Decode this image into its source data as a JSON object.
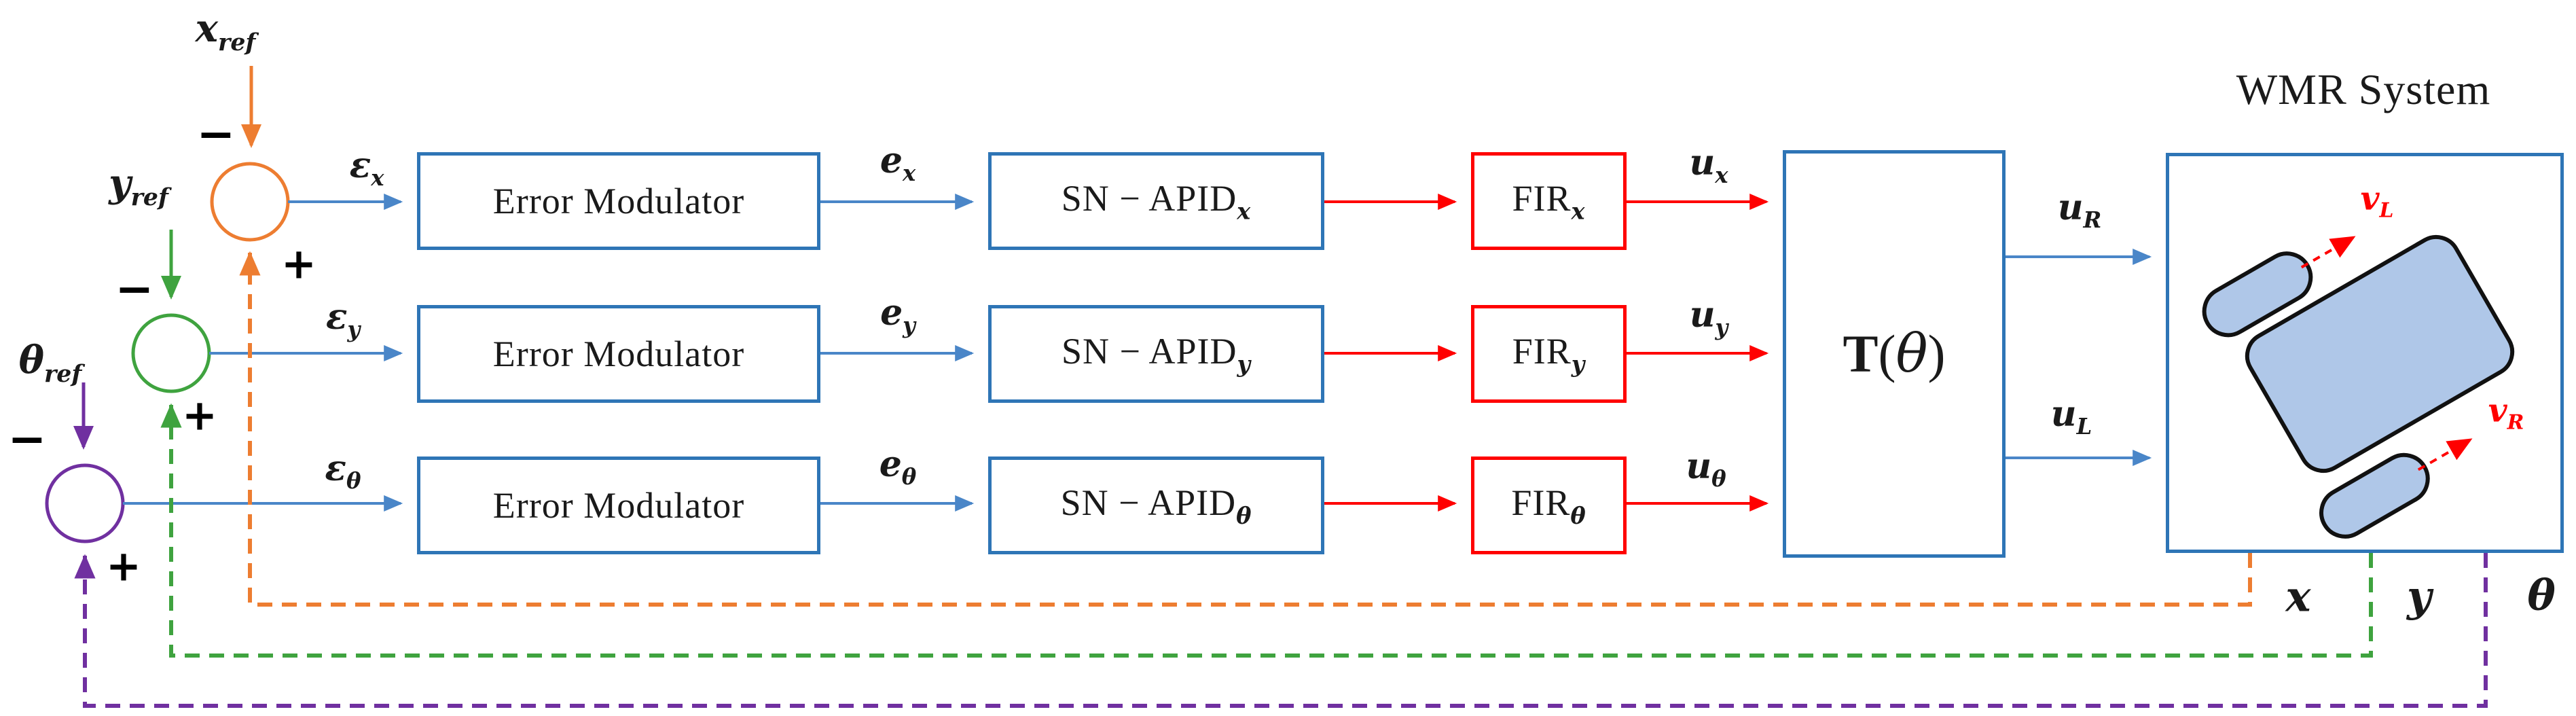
{
  "colors": {
    "block_border_blue": "#2E75B6",
    "arrow_blue": "#4A86C8",
    "red": "#FF0000",
    "orange": "#ED7D31",
    "green": "#3FA33F",
    "purple": "#7030A0",
    "robot_fill": "#AFC7E8",
    "text": "#1A1A1A"
  },
  "signs": {
    "minus": "−",
    "plus": "+"
  },
  "references": [
    {
      "id": "x",
      "main": "x",
      "sub": "ref"
    },
    {
      "id": "y",
      "main": "y",
      "sub": "ref"
    },
    {
      "id": "theta",
      "main": "θ",
      "sub": "ref"
    }
  ],
  "rows": [
    {
      "id": "x",
      "error": {
        "main": "ε",
        "sub": "x"
      },
      "modulator": "Error Modulator",
      "e": {
        "main": "e",
        "sub": "x"
      },
      "apid": {
        "main": "SN − APID",
        "sub": "x"
      },
      "fir": {
        "main": "FIR",
        "sub": "x"
      },
      "u": {
        "main": "u",
        "sub": "x"
      }
    },
    {
      "id": "y",
      "error": {
        "main": "ε",
        "sub": "y"
      },
      "modulator": "Error Modulator",
      "e": {
        "main": "e",
        "sub": "y"
      },
      "apid": {
        "main": "SN − APID",
        "sub": "y"
      },
      "fir": {
        "main": "FIR",
        "sub": "y"
      },
      "u": {
        "main": "u",
        "sub": "y"
      }
    },
    {
      "id": "theta",
      "error": {
        "main": "ε",
        "sub": "θ"
      },
      "modulator": "Error Modulator",
      "e": {
        "main": "e",
        "sub": "θ"
      },
      "apid": {
        "main": "SN − APID",
        "sub": "θ"
      },
      "fir": {
        "main": "FIR",
        "sub": "θ"
      },
      "u": {
        "main": "u",
        "sub": "θ"
      }
    }
  ],
  "transform_block": {
    "name": "T",
    "open": "(",
    "variable": "θ",
    "close": ")"
  },
  "wheel_inputs": {
    "right": {
      "main": "u",
      "sub": "R"
    },
    "left": {
      "main": "u",
      "sub": "L"
    }
  },
  "wmr": {
    "title": "WMR System",
    "v_left": {
      "main": "v",
      "sub": "L"
    },
    "v_right": {
      "main": "v",
      "sub": "R"
    }
  },
  "outputs": [
    {
      "id": "x",
      "label": "x"
    },
    {
      "id": "y",
      "label": "y"
    },
    {
      "id": "theta",
      "label": "θ"
    }
  ]
}
